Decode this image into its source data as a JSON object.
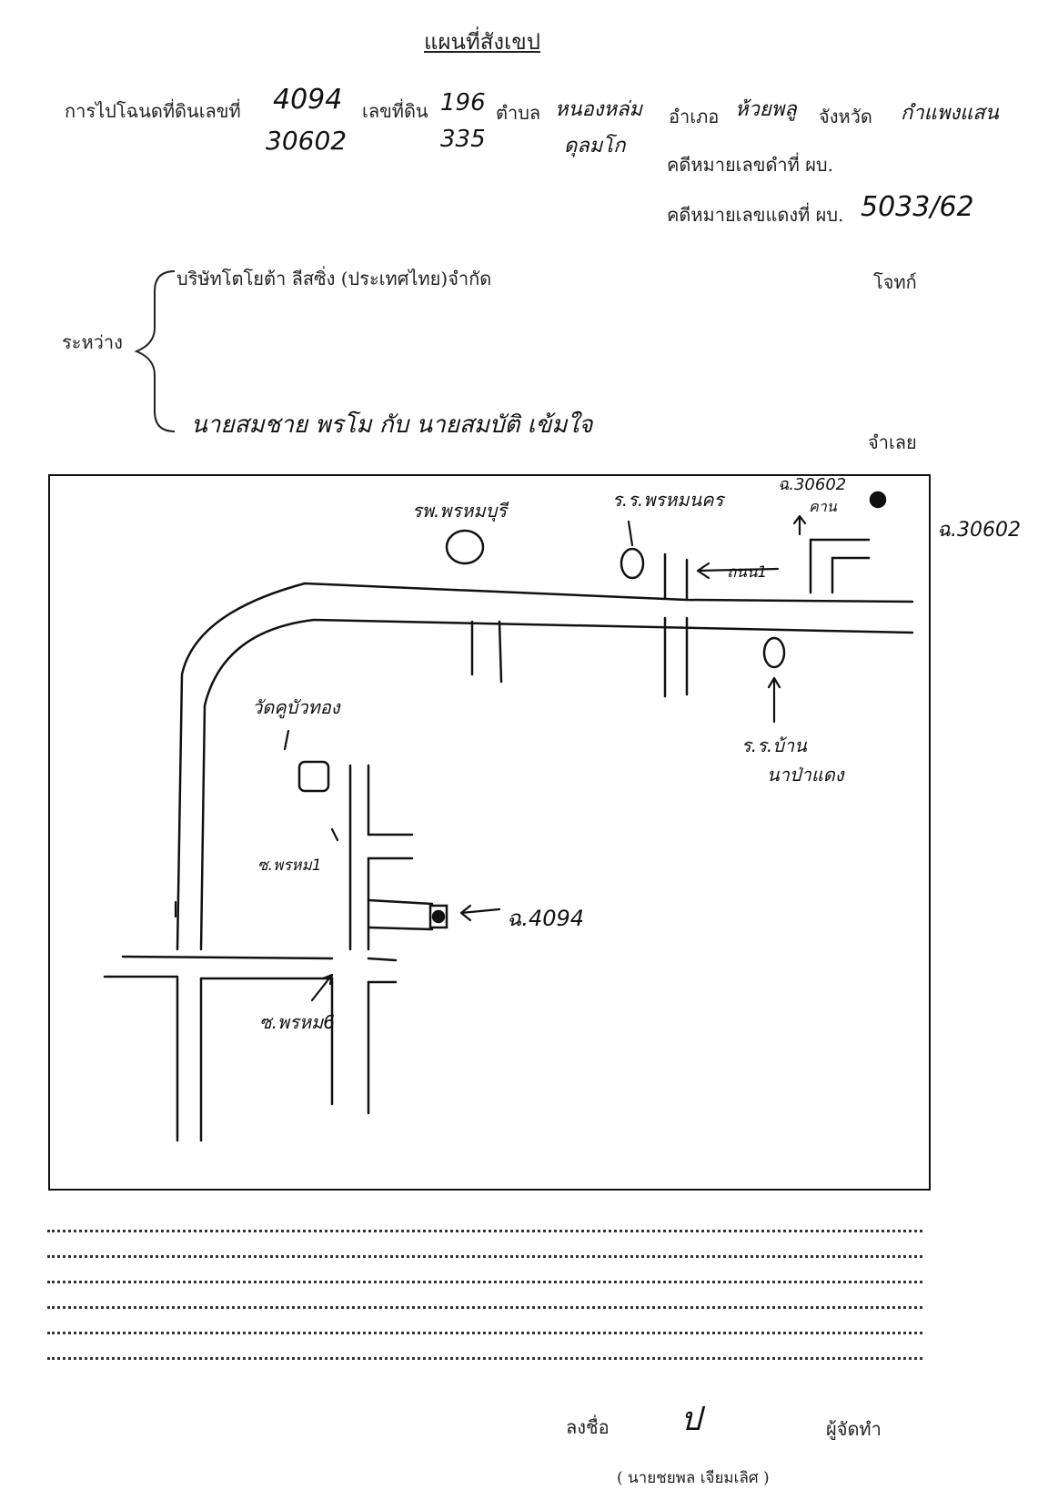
{
  "header": {
    "title": "แผนที่สังเขป"
  },
  "row1": {
    "label_land_deed": "การไปโฉนดที่ดินเลขที่",
    "deed_no_1": "4094",
    "deed_no_2": "30602",
    "label_land_no": "เลขที่ดิน",
    "land_no_1": "196",
    "land_no_2": "335",
    "label_subdistrict": "ตำบล",
    "subdistrict_1": "หนองหล่ม",
    "subdistrict_2": "ดุลมโก",
    "label_district": "อำเภอ",
    "district": "ห้วยพลู",
    "label_province": "จังหวัด",
    "province": "กำแพงแสน"
  },
  "case": {
    "black_label": "คดีหมายเลขดำที่  ผบ.",
    "black_no": "",
    "red_label": "คดีหมายเลขแดงที่  ผบ.",
    "red_no": "5033/62"
  },
  "parties": {
    "between_label": "ระหว่าง",
    "plaintiff": "บริษัทโตโยต้า ลีสซิ่ง (ประเทศไทย)จำกัด",
    "plaintiff_role": "โจทก์",
    "defendant": "นายสมชาย พรโม  กับ  นายสมบัติ เข้มใจ",
    "defendant_role": "จำเลย"
  },
  "map": {
    "labels": {
      "hospital": "รพ.พรหมบุรี",
      "school_top": "ร.ร.พรหมนคร",
      "deed_top_right": "ฉ.30602",
      "deed_right_edge": "ฉ.30602",
      "nakan_arrow": "คาน",
      "road_label": "ถนน1",
      "temple": "วัดคูบัวทอง",
      "school_right_1": "ร.ร.บ้าน",
      "school_right_2": "นาป่าแดง",
      "soi_1": "ซ.พรหม1",
      "deed_center": "ฉ.4094",
      "soi_6": "ซ.พรหม6"
    }
  },
  "footer": {
    "sign_label": "ลงชื่อ",
    "signature": "ป",
    "preparer_label": "ผู้จัดทำ",
    "name_paren": "( นายชยพล เจียมเลิศ )"
  }
}
